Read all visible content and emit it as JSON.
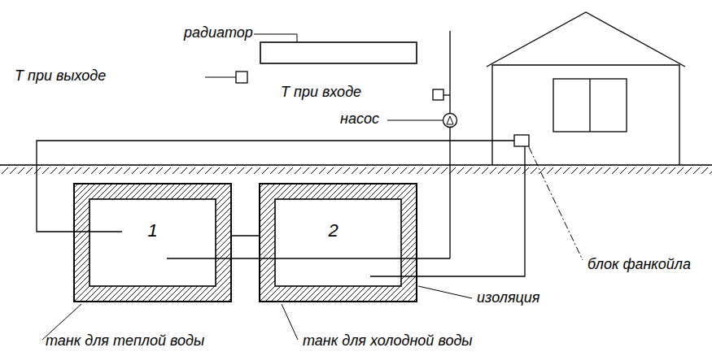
{
  "diagram": {
    "nodes": [
      {
        "text": [
          "1"
        ]
      },
      {
        "text": [
          "2"
        ]
      }
    ],
    "edges": [
      {
        "from": 0,
        "to": 1,
        "arrow": "none"
      }
    ],
    "labels": [
      "радиатор",
      "Т при выходе",
      "Т при входе",
      "насос",
      "блок фанкойла",
      "изоляция",
      "танк для теплой воды",
      "танк для холодной воды"
    ]
  }
}
